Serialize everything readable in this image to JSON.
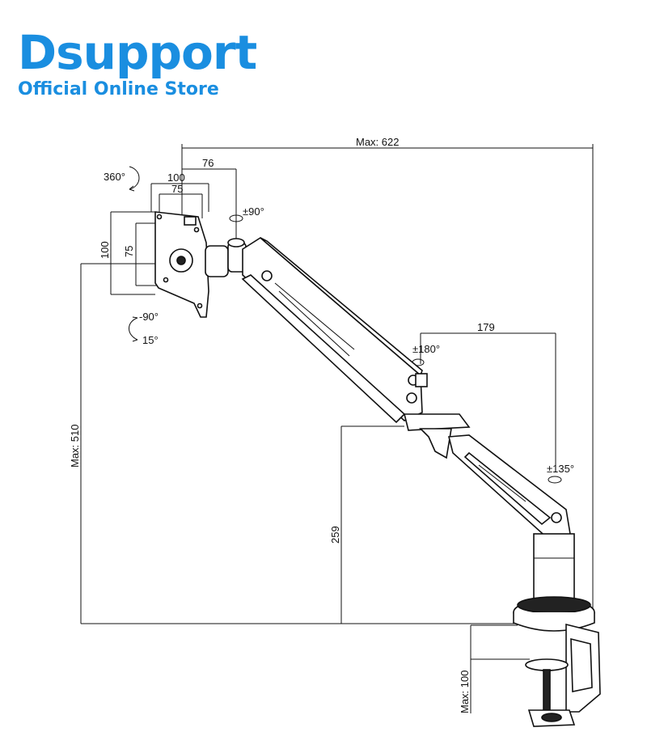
{
  "brand": {
    "title": "Dsupport",
    "subtitle": "Official Online Store",
    "color": "#1a8ee0"
  },
  "dimensions": {
    "max_width": "Max: 622",
    "max_height": "Max: 510",
    "vesa_outer_h": "100",
    "vesa_inner_h": "75",
    "vesa_outer_v": "100",
    "vesa_inner_v": "75",
    "head_offset": "76",
    "rotation_360": "360°",
    "tilt_90": "±90°",
    "tilt_down": "-90°",
    "tilt_up": "15°",
    "rotation_180": "±180°",
    "lower_offset": "179",
    "rotation_135": "±135°",
    "base_height": "259",
    "clamp_max": "Max: 100"
  }
}
